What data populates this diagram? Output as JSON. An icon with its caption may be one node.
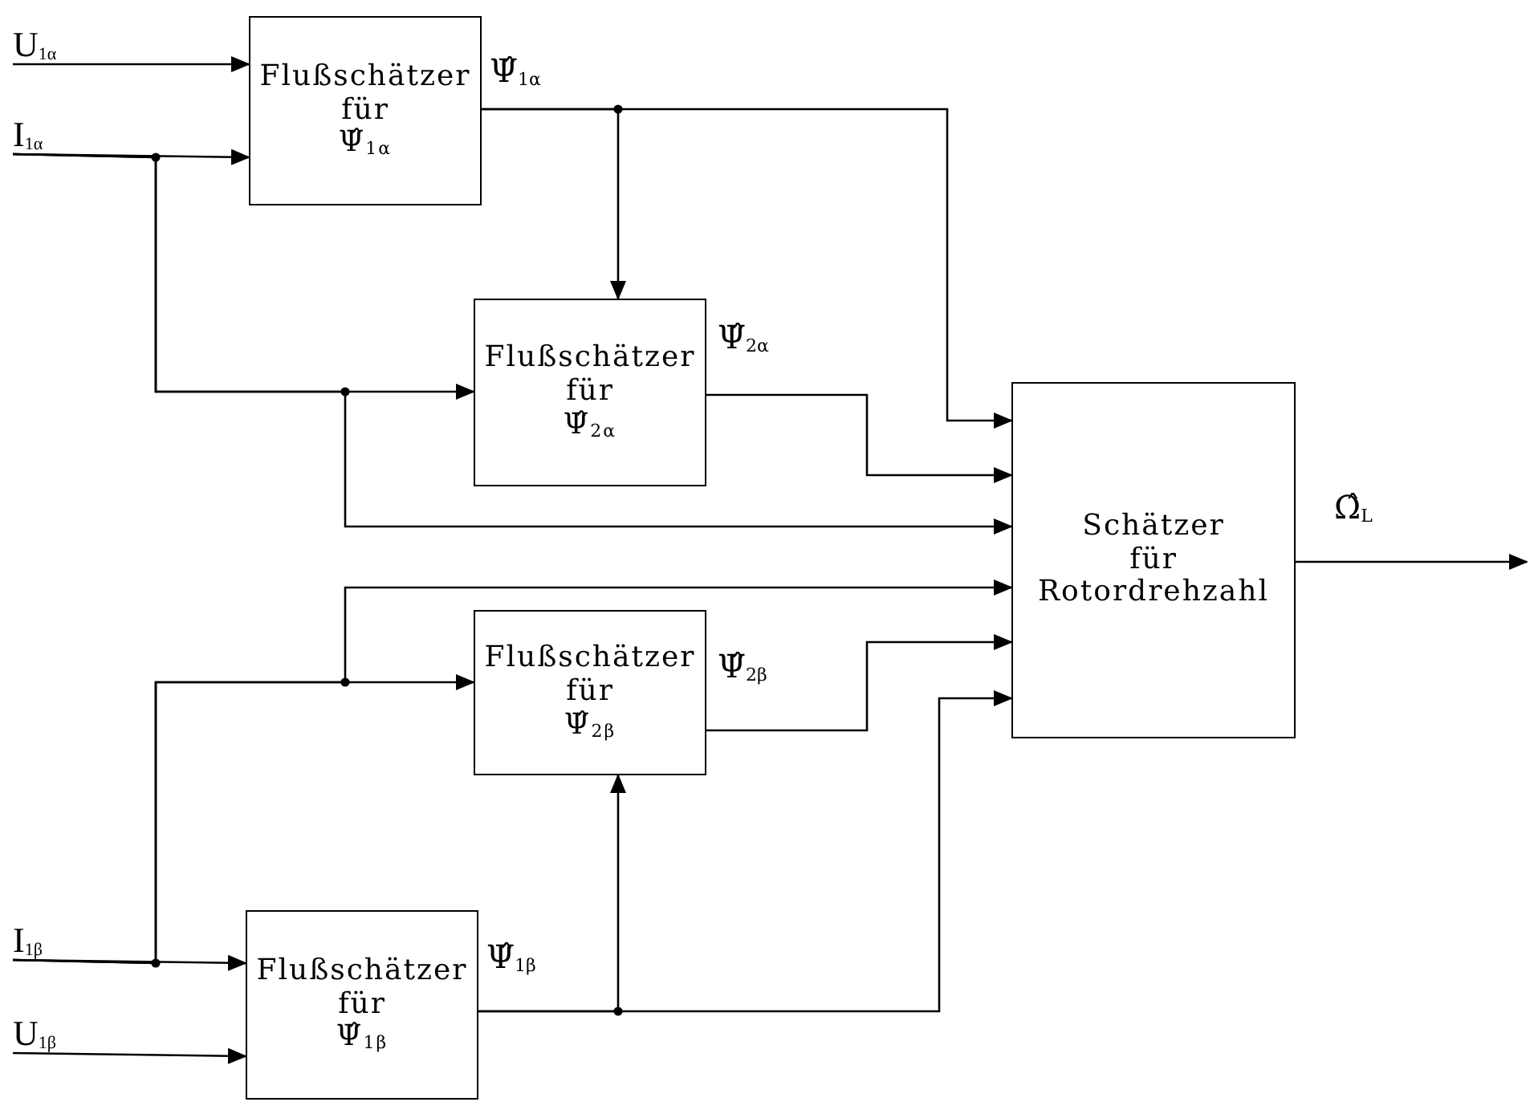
{
  "diagram": {
    "nodes": [
      {
        "text": [
          "U$_{1α}$"
        ]
      },
      {
        "text": [
          "I$_{1α}$"
        ]
      },
      {
        "text": [
          "Flußschätzer für Ψ̂$_{1α}$"
        ]
      },
      {
        "text": [
          "Flußschätzer für Ψ̂$_{2α}$"
        ]
      },
      {
        "text": [
          "Schätzer für Rotordrehzahl"
        ]
      },
      {
        "text": [
          "Flußschätzer für Ψ̂$_{2β}$"
        ]
      },
      {
        "text": [
          "I$_{1β}$"
        ]
      },
      {
        "text": [
          "U$_{1β}$"
        ]
      },
      {
        "text": [
          "Flußschätzer für Ψ̂$_{1β}$"
        ]
      }
    ],
    "edges": [
      {
        "from": 0,
        "to": 2,
        "arrow": "to"
      },
      {
        "from": 1,
        "to": 2,
        "arrow": "to"
      },
      {
        "from": 1,
        "to": 3,
        "arrow": "to"
      },
      {
        "from": 1,
        "to": 4,
        "arrow": "to"
      },
      {
        "from": 2,
        "to": 4,
        "arrow": "to",
        "label": "Ψ̂$_{1α}$"
      },
      {
        "from": 2,
        "to": 3,
        "arrow": "to"
      },
      {
        "from": 3,
        "to": 4,
        "arrow": "to",
        "label": "Ψ̂$_{2α}$"
      },
      {
        "from": 6,
        "to": 8,
        "arrow": "to"
      },
      {
        "from": 6,
        "to": 5,
        "arrow": "to"
      },
      {
        "from": 6,
        "to": 4,
        "arrow": "to"
      },
      {
        "from": 5,
        "to": 4,
        "arrow": "to",
        "label": "Ψ̂$_{2β}$"
      },
      {
        "from": 7,
        "to": 8,
        "arrow": "to"
      },
      {
        "from": 8,
        "to": 4,
        "arrow": "to",
        "label": "Ψ̂$_{1β}$"
      },
      {
        "from": 8,
        "to": 5,
        "arrow": "to"
      },
      {
        "from": 4,
        "to": null,
        "arrow": "to",
        "label": "Ω̂$_{L}$"
      }
    ]
  }
}
